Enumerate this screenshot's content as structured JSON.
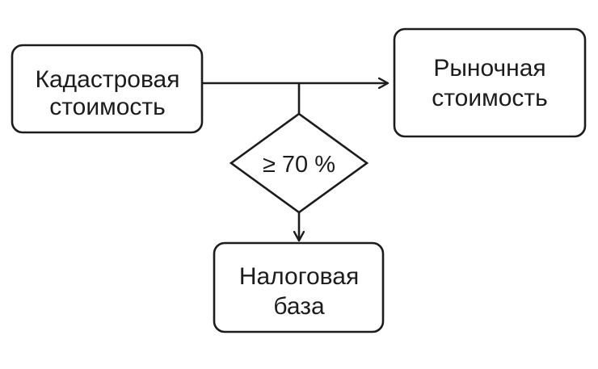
{
  "diagram": {
    "nodes": {
      "cadastral": {
        "line1": "Кадастровая",
        "line2": "стоимость"
      },
      "market": {
        "line1": "Рыночная",
        "line2": "стоимость"
      },
      "condition": {
        "label": "≥ 70 %"
      },
      "tax_base": {
        "line1": "Налоговая",
        "line2": "база"
      }
    },
    "colors": {
      "stroke": "#1c1c1c",
      "background": "#ffffff"
    }
  }
}
